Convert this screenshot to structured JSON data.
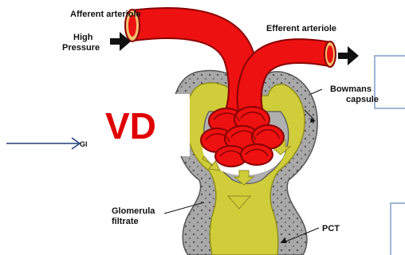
{
  "labels": {
    "afferent": "Afferent arteriole",
    "efferent": "Efferent arteriole",
    "high_pressure_1": "High",
    "high_pressure_2": "Pressure",
    "bowmans_1": "Bowmans",
    "bowmans_2": "capsule",
    "glomerulus_partial": "Gl",
    "filtrate_1": "Glomerula",
    "filtrate_2": "filtrate",
    "pct": "PCT"
  },
  "overlay": {
    "vd": "VD",
    "vd_color": "#e00000"
  },
  "colors": {
    "vessel": "#ee1111",
    "vessel_dark": "#8a0000",
    "vessel_end": "#f3c070",
    "capsule_wall": "#a8a8a8",
    "filtrate": "#cfcd39",
    "filtrate_edge": "#8f8d20",
    "pointer_arrow": "#1f3f7a",
    "frame": "#9fb6d6"
  },
  "icons": [
    "black-arrow-right-icon",
    "blue-arrow-right-icon"
  ]
}
